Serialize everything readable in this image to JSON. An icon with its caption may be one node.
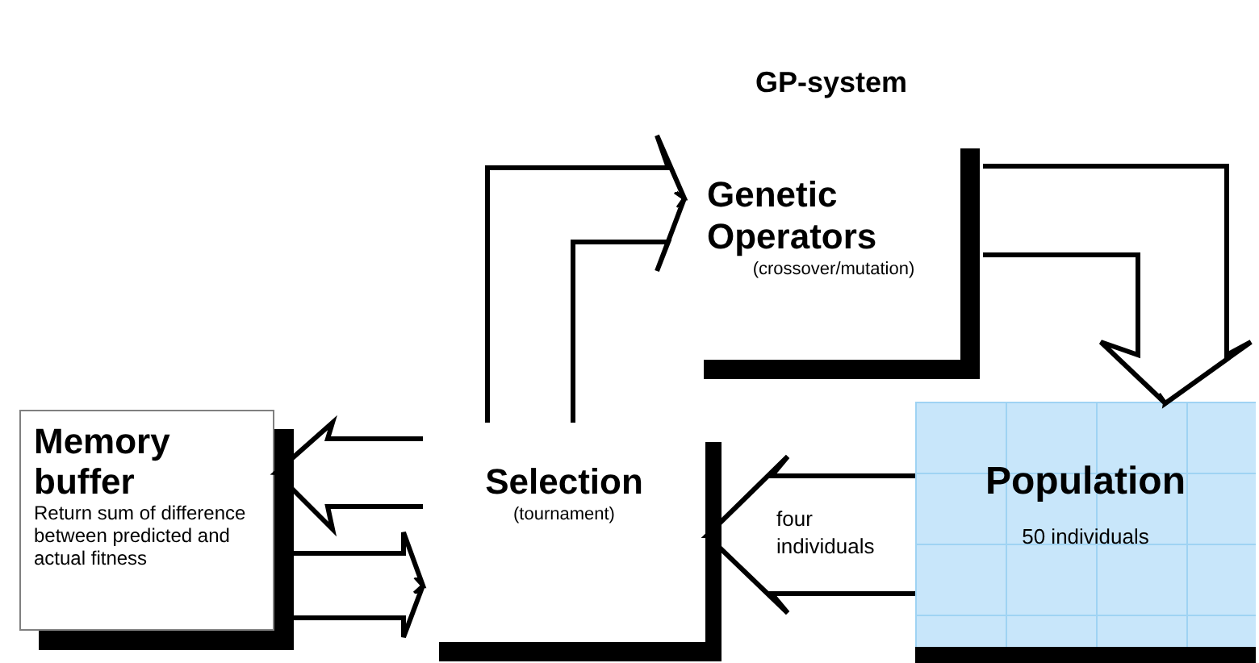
{
  "diagram": {
    "title": "GP-system",
    "nodes": [
      {
        "text": [
          "Genetic Operators",
          "(crossover/mutation)"
        ]
      },
      {
        "text": [
          "Memory buffer",
          "Return sum of difference between predicted and actual fitness"
        ]
      },
      {
        "text": [
          "Selection",
          "(tournament)"
        ]
      },
      {
        "text": [
          "Population",
          "50 individuals"
        ]
      }
    ],
    "edges": [
      {
        "from": 2,
        "to": 0,
        "arrow": "to"
      },
      {
        "from": 0,
        "to": 3,
        "arrow": "to"
      },
      {
        "from": 3,
        "to": 2,
        "arrow": "to",
        "label": "four individuals"
      },
      {
        "from": 2,
        "to": 1,
        "arrow": "to"
      },
      {
        "from": 1,
        "to": 2,
        "arrow": "to"
      }
    ]
  }
}
